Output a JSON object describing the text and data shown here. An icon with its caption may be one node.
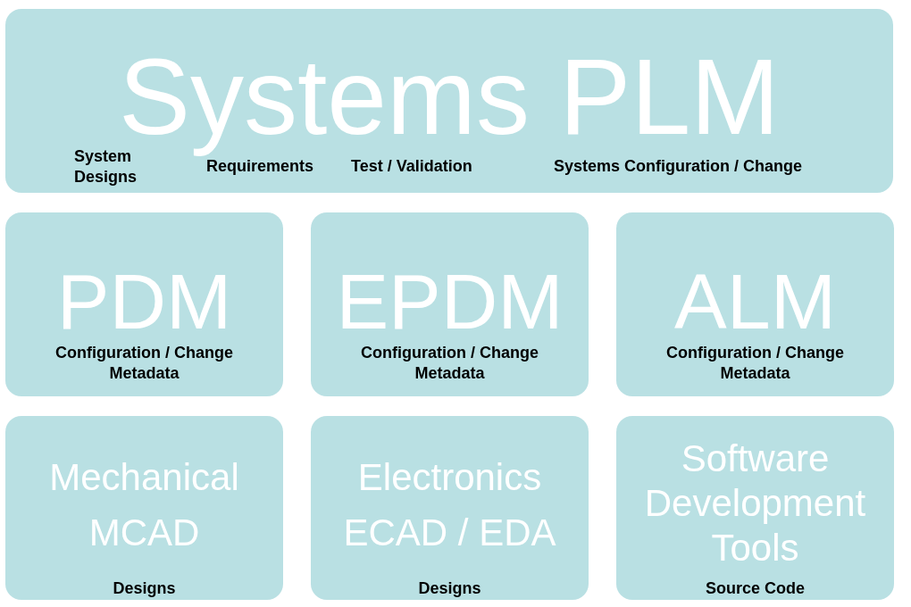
{
  "diagram": {
    "nodes": [
      {
        "text": [
          "Systems PLM",
          "System Designs",
          "Requirements",
          "Test / Validation",
          "Systems Configuration / Change"
        ]
      },
      {
        "text": [
          "PDM",
          "Configuration / Change Metadata"
        ]
      },
      {
        "text": [
          "EPDM",
          "Configuration / Change Metadata"
        ]
      },
      {
        "text": [
          "ALM",
          "Configuration / Change Metadata"
        ]
      },
      {
        "text": [
          "Mechanical MCAD",
          "Designs"
        ]
      },
      {
        "text": [
          "Electronics ECAD / EDA",
          "Designs"
        ]
      },
      {
        "text": [
          "Software Development Tools",
          "Source Code"
        ]
      }
    ]
  }
}
